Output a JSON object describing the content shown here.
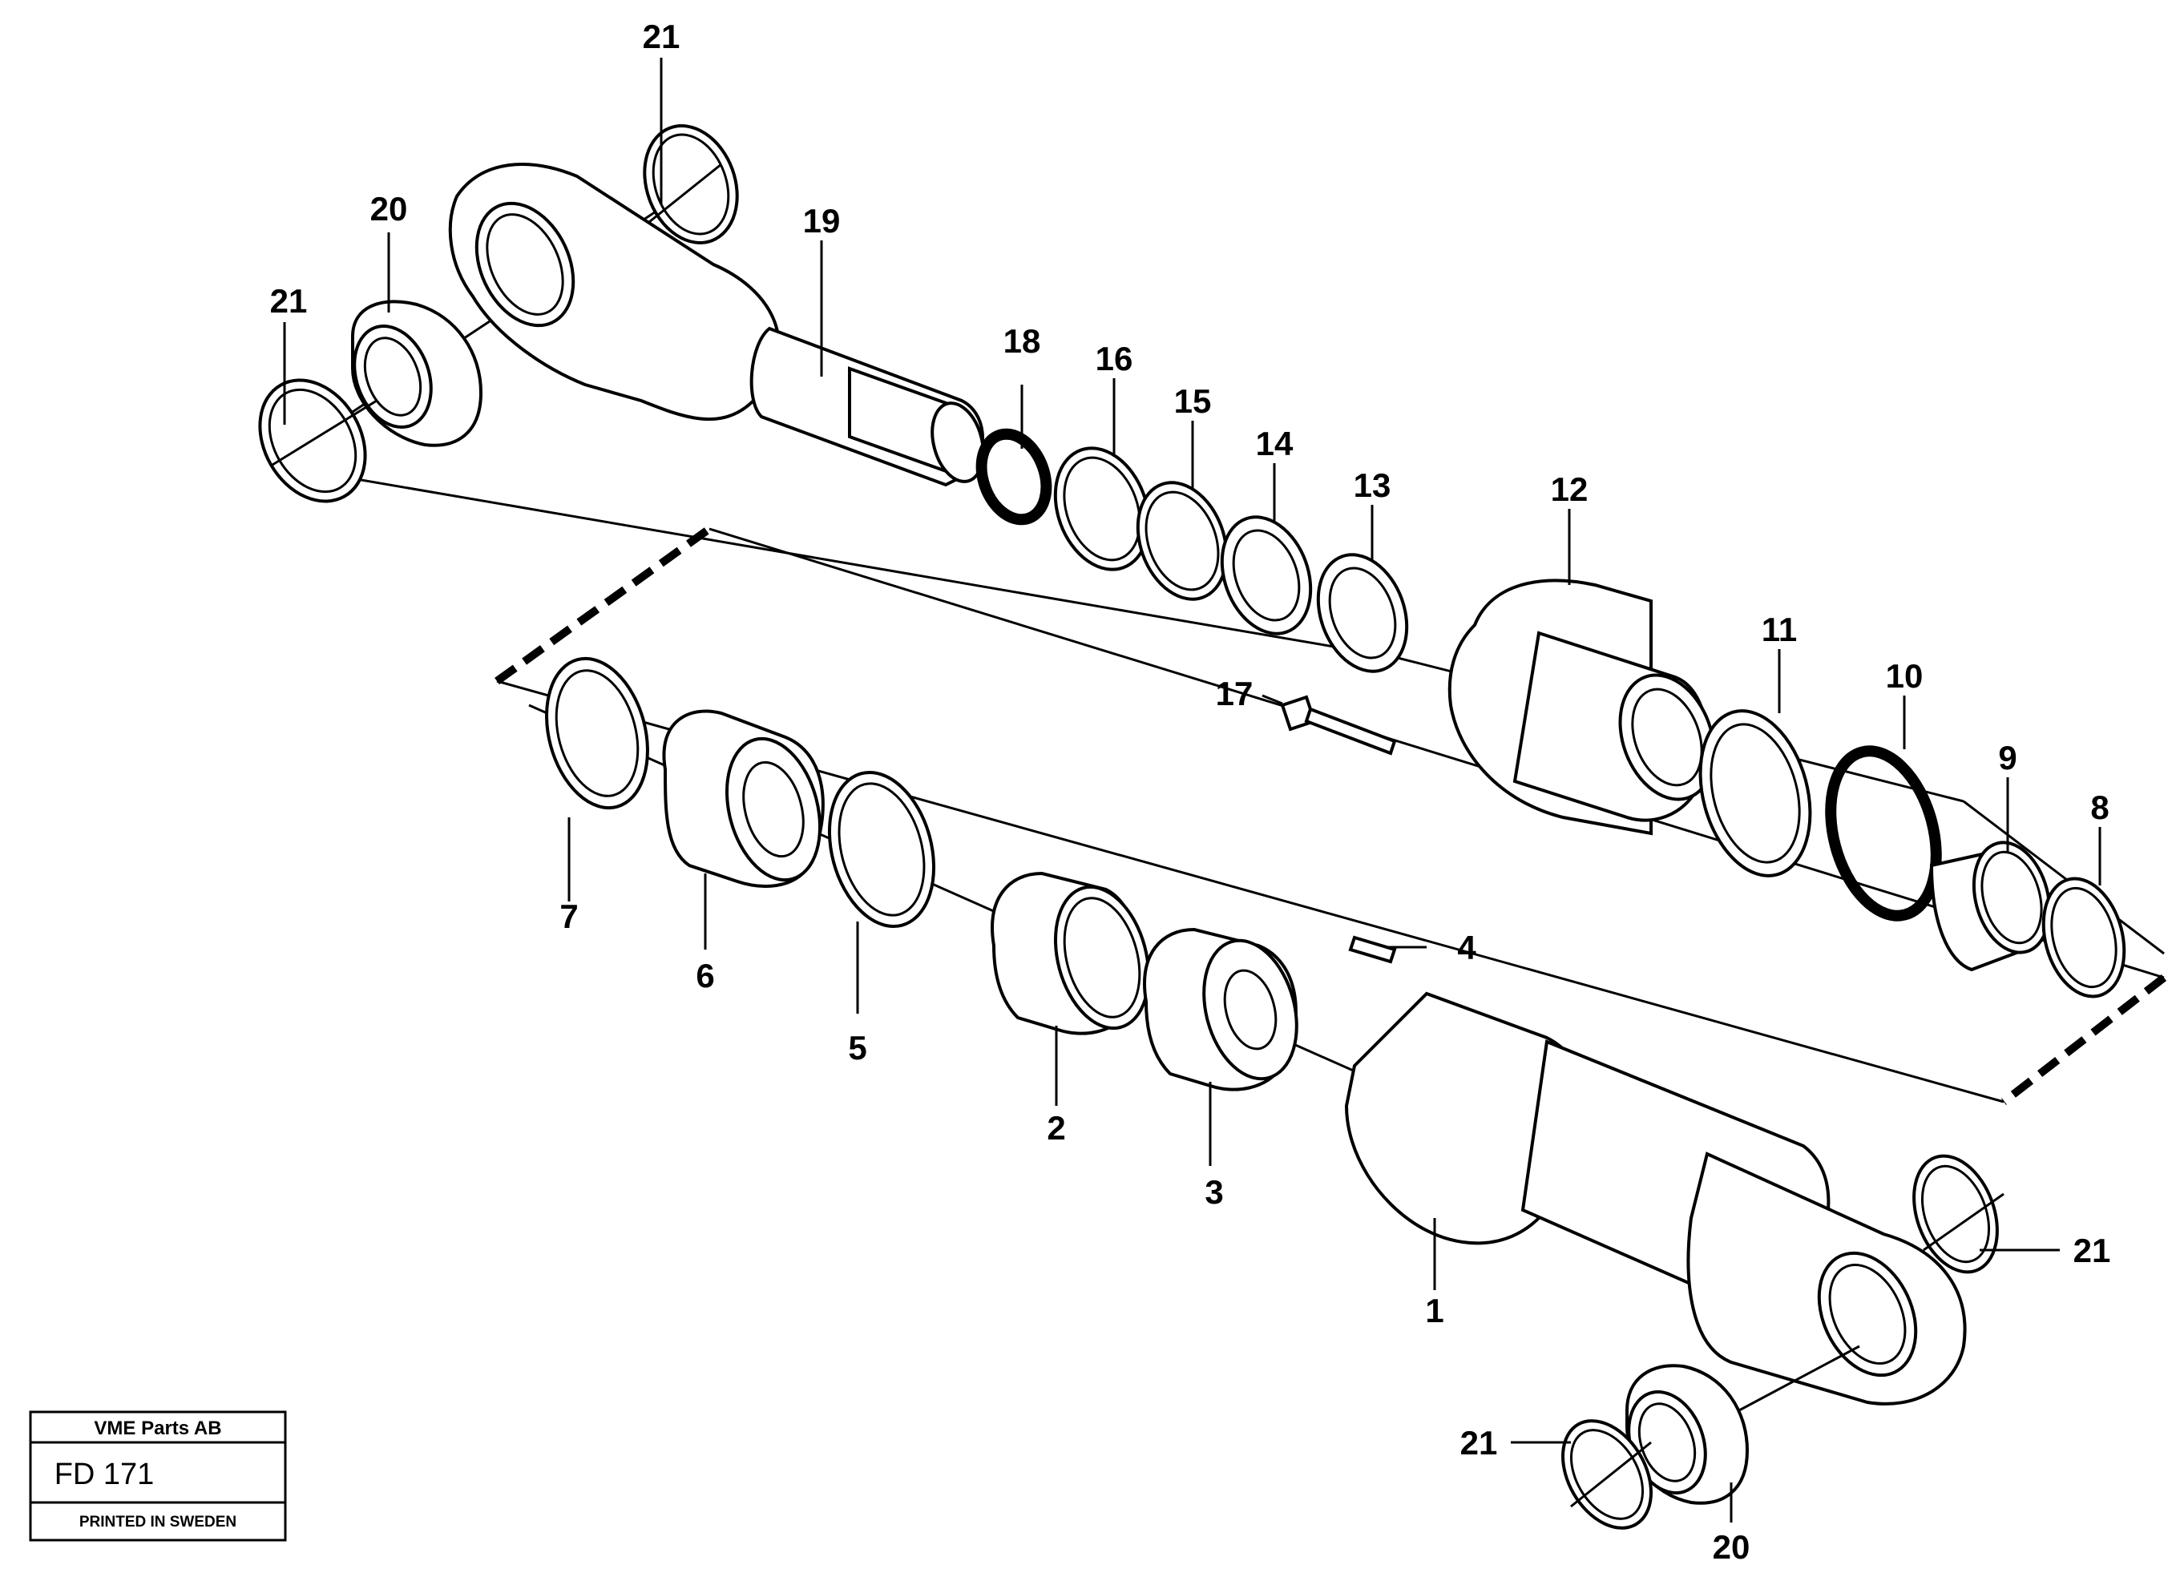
{
  "callouts": {
    "c1": "1",
    "c2": "2",
    "c3": "3",
    "c4": "4",
    "c5": "5",
    "c6": "6",
    "c7": "7",
    "c8": "8",
    "c9": "9",
    "c10": "10",
    "c11": "11",
    "c12": "12",
    "c13": "13",
    "c14": "14",
    "c15": "15",
    "c16": "16",
    "c17": "17",
    "c18": "18",
    "c19": "19",
    "c20a": "20",
    "c20b": "20",
    "c21a": "21",
    "c21b": "21",
    "c21c": "21",
    "c21d": "21"
  },
  "stamp": {
    "company": "VME Parts AB",
    "drawing_no": "FD 171",
    "printed": "PRINTED IN SWEDEN"
  }
}
